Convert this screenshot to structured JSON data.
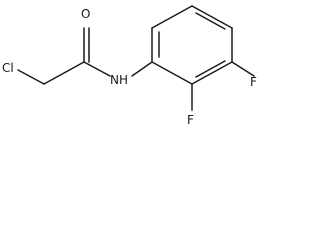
{
  "molecule": {
    "atoms": {
      "chlorine": "Cl",
      "oxygen": "O",
      "nitrogen_hydrogen": "NH",
      "fluorine_top": "F",
      "fluorine_bottom": "F"
    },
    "colors": {
      "bond": "#1a1a1a",
      "text": "#1a1a1a",
      "background": "#ffffff"
    }
  }
}
